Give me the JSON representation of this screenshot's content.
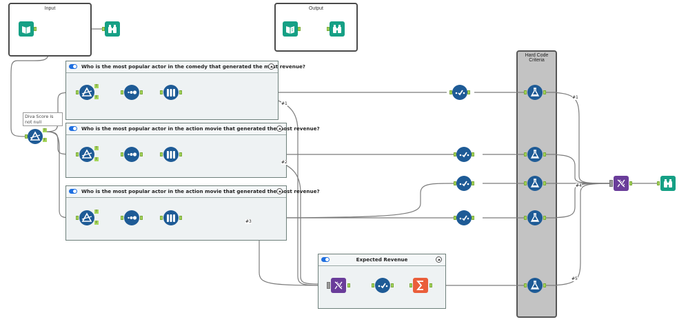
{
  "canvas": {
    "containers": {
      "input": {
        "title": "Input"
      },
      "output": {
        "title": "Output"
      },
      "comedy": {
        "title": "Who is the most popular actor in the comedy that generated the most revenue?"
      },
      "action1": {
        "title": "Who is the most popular actor in the action movie that generated the most revenue?"
      },
      "action2": {
        "title": "Who is the most popular actor in the action movie that generated the most revenue?"
      },
      "expected_revenue": {
        "title": "Expected Revenue"
      },
      "hard_code": {
        "title": "Hard Code Criteria"
      }
    },
    "annotations": {
      "filter_note": "Diva Score is not null"
    },
    "filter_anchors": {
      "true": "T",
      "false": "F"
    },
    "wire_labels": {
      "w1": "#1",
      "w2": "#2",
      "w3": "#3",
      "w4": "#4",
      "w5": "#5",
      "r1": "#1"
    },
    "tools": {
      "input_data": "input-data-icon",
      "browse": "browse-icon",
      "filter": "filter-icon",
      "sample": "sample-icon",
      "summarize_cols": "select-records-icon",
      "select": "select-icon",
      "formula": "formula-icon",
      "union": "union-icon",
      "summarize": "summarize-icon"
    },
    "colors": {
      "container_border": "#6d7f7a",
      "container_bg": "#eef2f3",
      "tool_blue": "#1e5b96",
      "tool_teal": "#16a085",
      "tool_purple": "#6a3d9a",
      "tool_orange": "#ea5e3a",
      "anchor_green": "#a6d65a",
      "hard_code_bg": "#c3c3c3",
      "toggle_blue": "#1f6fe0"
    }
  }
}
